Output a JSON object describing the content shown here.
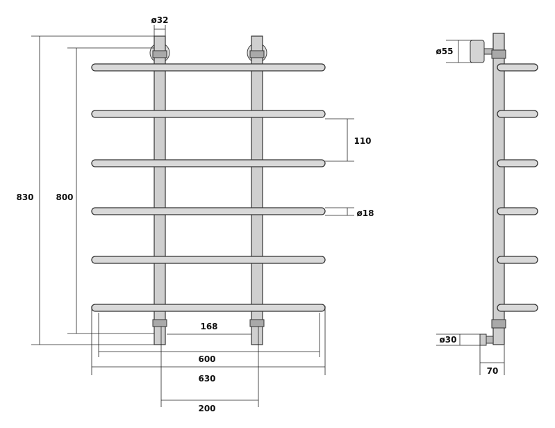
{
  "drawing": {
    "front_view": {
      "top_tube_diameter": "ø32",
      "bar_spacing": "110",
      "bar_diameter": "ø18",
      "overall_height": "830",
      "mount_height": "800",
      "tube_gap": "168",
      "bar_inner_width": "600",
      "overall_width": "630",
      "tube_center_distance": "200"
    },
    "side_view": {
      "top_mount_diameter": "ø55",
      "bottom_connector_diameter": "ø30",
      "wall_distance": "70"
    }
  }
}
